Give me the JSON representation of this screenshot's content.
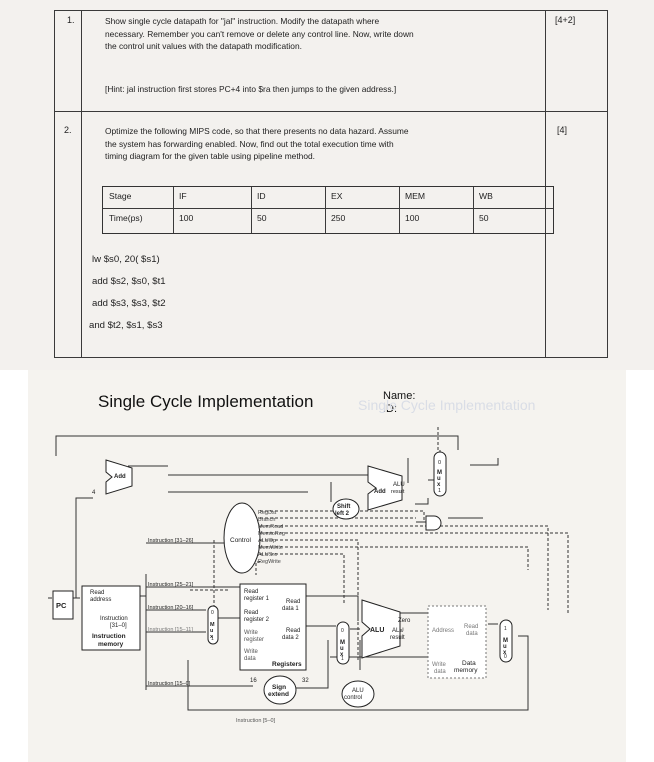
{
  "questions": [
    {
      "number": "1.",
      "marks": "[4+2]",
      "lines": [
        "Show single cycle datapath for \"jal\" instruction. Modify the datapath where",
        "necessary. Remember you can't remove or delete any control line. Now, write down",
        "the control unit values with the datapath modification."
      ],
      "hint": "[Hint: jal instruction first stores PC+4 into $ra then jumps to the given address.]"
    },
    {
      "number": "2.",
      "marks": "[4]",
      "lines": [
        "Optimize the following MIPS code, so that there presents no data hazard. Assume",
        "the system has forwarding enabled. Now, find out the total execution time with",
        "timing diagram for the given table using pipeline method."
      ],
      "table": {
        "row1": [
          "Stage",
          "IF",
          "ID",
          "EX",
          "MEM",
          "WB"
        ],
        "row2": [
          "Time(ps)",
          "100",
          "50",
          "250",
          "100",
          "50"
        ]
      },
      "code": [
        "lw $s0, 20( $s1)",
        "add $s2, $s0, $t1",
        "add $s3, $s3, $t2",
        "and $t2, $s1, $s3"
      ]
    }
  ],
  "diagram": {
    "title": "Single Cycle Implementation",
    "name_label": "Name:",
    "id_label": "ID:",
    "labels": {
      "pc": "PC",
      "add": "Add",
      "four": "4",
      "add2": "Add",
      "alu_result_a": "ALU",
      "alu_result_b": "result",
      "shift_a": "Shift",
      "shift_b": "left 2",
      "mux": "M\nu\nx",
      "zero": "0",
      "one": "1",
      "control": "Control",
      "regdst": "RegDst",
      "branch": "Branch",
      "memread": "MemRead",
      "memtoreg": "MemtoReg",
      "aluop": "ALUOp",
      "memwrite": "MemWrite",
      "alusrc": "ALUSrc",
      "regwrite": "RegWrite",
      "read": "Read",
      "address": "address",
      "instruction": "Instruction",
      "bits": "[31–0]",
      "instr_mem_a": "Instruction",
      "instr_mem_b": "memory",
      "instr_31_26": "Instruction [31–26]",
      "instr_25_21": "Instruction [25–21]",
      "instr_20_16": "Instruction [20–16]",
      "instr_15_11": "Instruction [15–11]",
      "instr_15_0": "Instruction [15–0]",
      "instr_5_0": "Instruction [5–0]",
      "read_reg1_a": "Read",
      "read_reg1_b": "register 1",
      "read_reg2_a": "Read",
      "read_reg2_b": "register 2",
      "write_reg_a": "Write",
      "write_reg_b": "register",
      "write_data_a": "Write",
      "write_data_b": "data",
      "registers": "Registers",
      "read_data1_a": "Read",
      "read_data1_b": "data 1",
      "read_data2_a": "Read",
      "read_data2_b": "data 2",
      "alu": "ALU",
      "zero_flag": "Zero",
      "alu_res_a": "ALU",
      "alu_res_b": "result",
      "dm_address": "Address",
      "dm_read_a": "Read",
      "dm_read_b": "data",
      "dm_write_a": "Write",
      "dm_write_b": "data",
      "dm_a": "Data",
      "dm_b": "memory",
      "sixteen": "16",
      "thirtytwo": "32",
      "sign_a": "Sign",
      "sign_b": "extend",
      "alu_ctrl_a": "ALU",
      "alu_ctrl_b": "control",
      "watermark": "Single Cycle Implementation"
    }
  }
}
